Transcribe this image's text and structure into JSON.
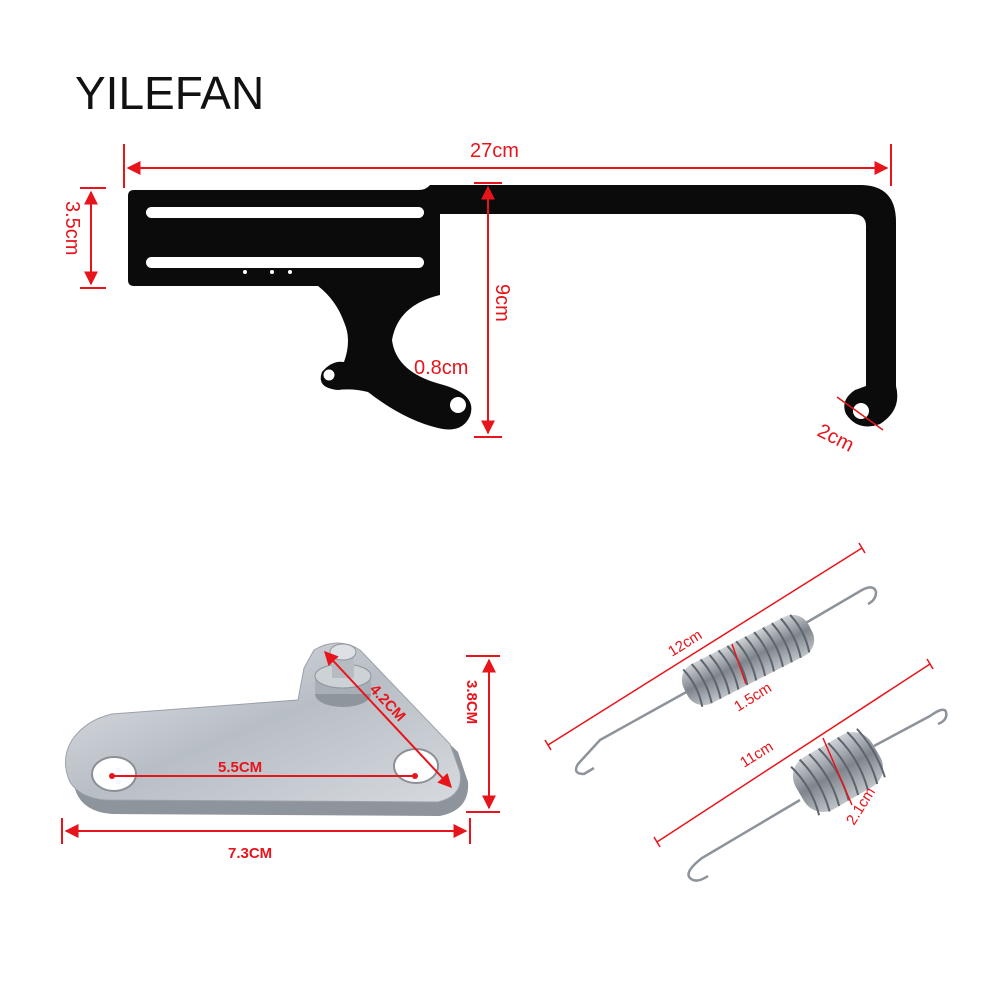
{
  "brand": "YILEFAN",
  "colors": {
    "dimension": "#e8141b",
    "bracket": "#0b0b0b",
    "plate": "#c9cdd2",
    "spring": "#9aa0a6"
  },
  "bracket": {
    "length": "27cm",
    "slot_height": "3.5cm",
    "height": "9cm",
    "hole": "0.8cm",
    "end_hole": "2cm"
  },
  "plate": {
    "hole_spacing": "5.5CM",
    "stud_to_hole": "4.2CM",
    "height": "3.8CM",
    "width": "7.3CM"
  },
  "springs": [
    {
      "length": "12cm",
      "diameter": "1.5cm"
    },
    {
      "length": "11cm",
      "diameter": "2.1cm"
    }
  ]
}
